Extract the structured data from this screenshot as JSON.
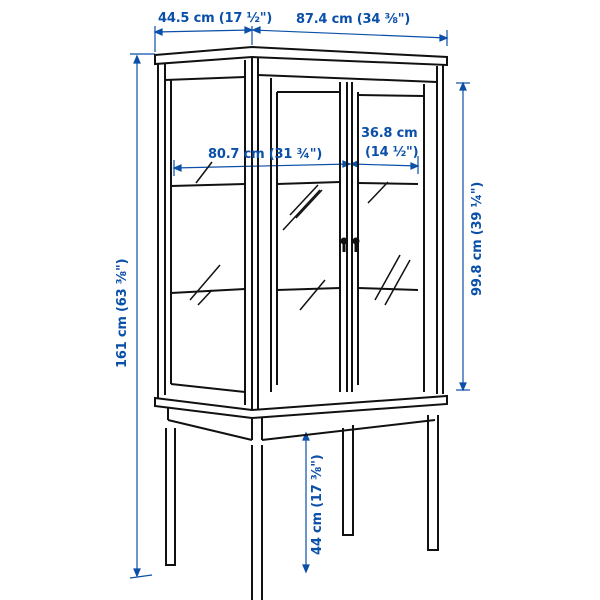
{
  "diagram": {
    "subject": "Glass-door cabinet with legs",
    "colors": {
      "dimension": "#0a4fa8",
      "line": "#111111",
      "background": "#ffffff"
    },
    "dimensions": {
      "depth": "44.5 cm (17 ½\")",
      "width": "87.4 cm (34 ⅜\")",
      "inner_width": "80.7 cm (31 ¾\")",
      "shelf_depth_line1": "36.8 cm",
      "shelf_depth_line2": "(14 ½\")",
      "total_height": "161 cm (63 ⅜\")",
      "cabinet_height": "99.8 cm (39 ¼\")",
      "leg_height": "44 cm (17 ⅜\")"
    }
  }
}
